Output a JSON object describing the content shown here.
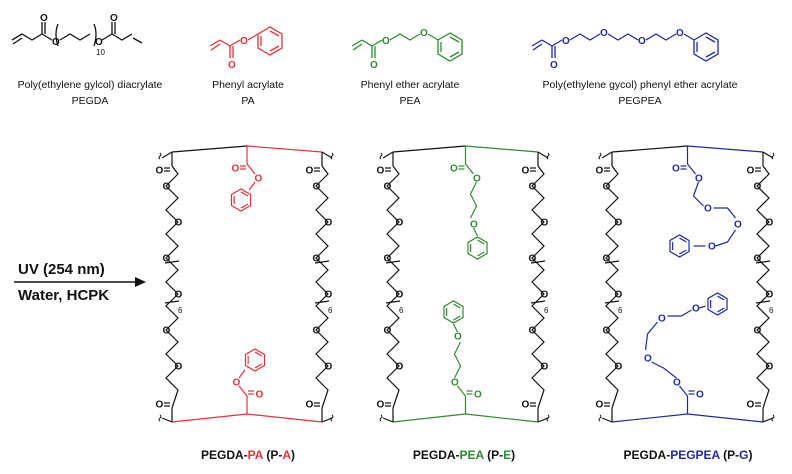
{
  "colors": {
    "black": "#111111",
    "red": "#e8303a",
    "green": "#2e8b2e",
    "blue": "#1f2a9e"
  },
  "monomers": [
    {
      "name": "Poly(ethylene gylcol) diacrylate",
      "abbr": "PEGDA",
      "subscript": "10",
      "color_key": "black"
    },
    {
      "name": "Phenyl acrylate",
      "abbr": "PA",
      "color_key": "red"
    },
    {
      "name": "Phenyl ether acrylate",
      "abbr": "PEA",
      "color_key": "green"
    },
    {
      "name": "Poly(ethylene gycol) phenyl ether acrylate",
      "abbr": "PEGPEA",
      "color_key": "blue"
    }
  ],
  "reaction": {
    "line1": "UV (254 nm)",
    "line2": "Water, HCPK"
  },
  "atom_labels": {
    "oxygen": "O",
    "repeat_subscript": "6"
  },
  "networks": [
    {
      "prefix": "PEGDA-",
      "highlight": "PA",
      "paren_open": " (P-",
      "letter": "A",
      "paren_close": ")",
      "color_key": "red"
    },
    {
      "prefix": "PEGDA-",
      "highlight": "PEA",
      "paren_open": " (P-",
      "letter": "E",
      "paren_close": ")",
      "color_key": "green"
    },
    {
      "prefix": "PEGDA-",
      "highlight": "PEGPEA",
      "paren_open": " (P-",
      "letter": "G",
      "paren_close": ")",
      "color_key": "blue"
    }
  ]
}
